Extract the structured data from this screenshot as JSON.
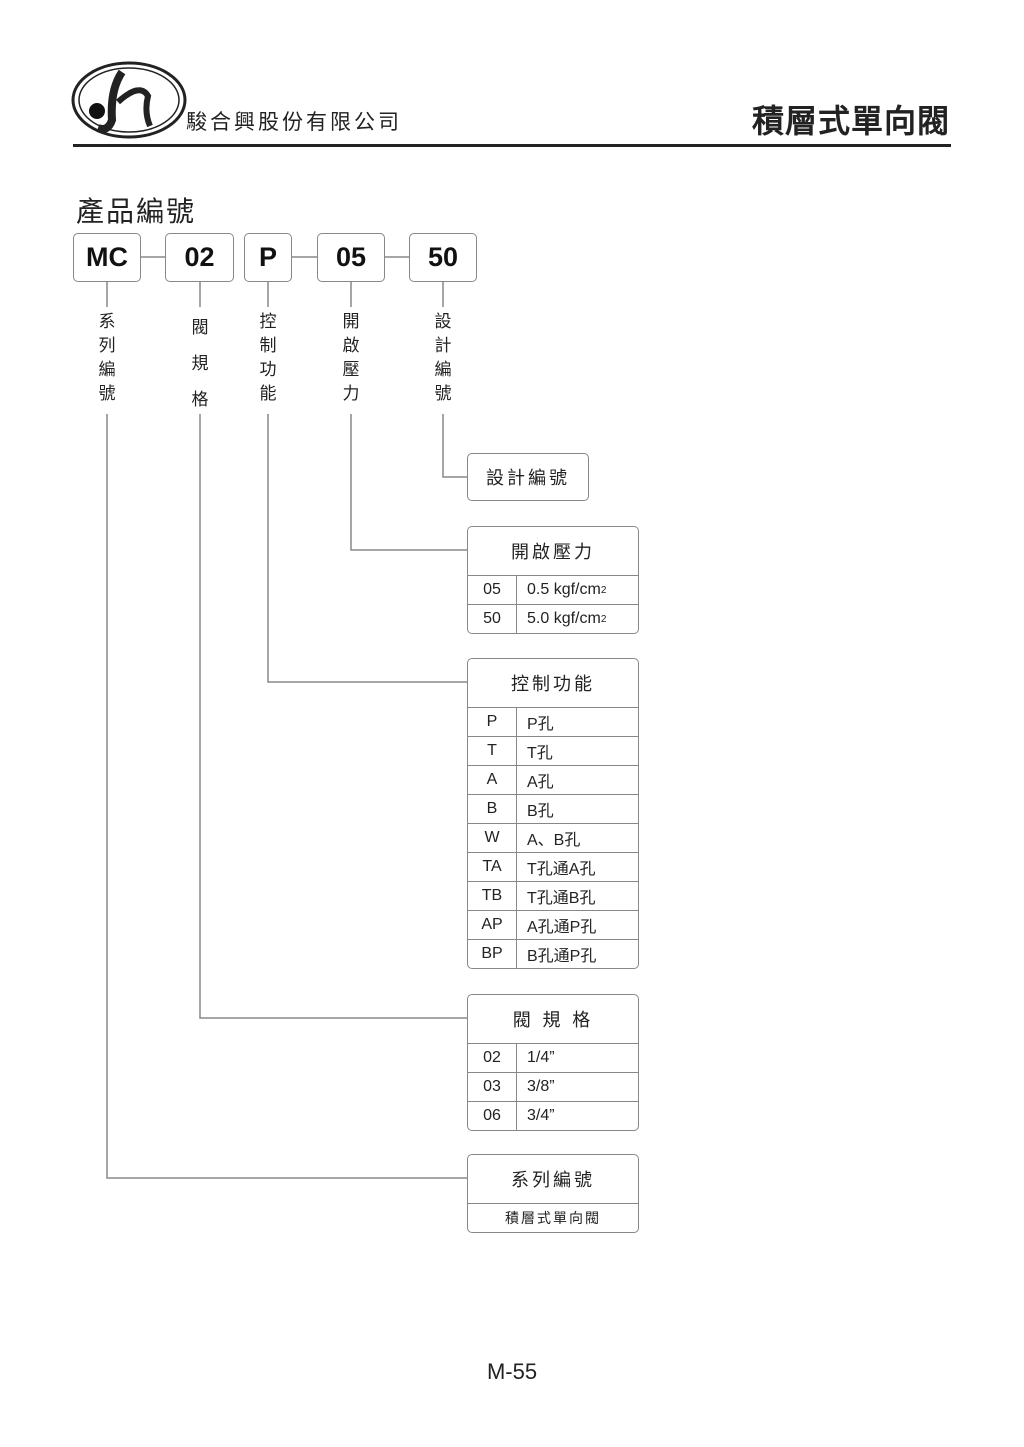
{
  "header": {
    "company": "駿合興股份有限公司",
    "title": "積層式單向閥",
    "logo_letter": "h"
  },
  "section_title": "產品編號",
  "codes": [
    {
      "code": "MC",
      "label": [
        "系",
        "列",
        "編",
        "號"
      ]
    },
    {
      "code": "02",
      "label": [
        "閥",
        "規",
        "格"
      ]
    },
    {
      "code": "P",
      "label": [
        "控",
        "制",
        "功",
        "能"
      ]
    },
    {
      "code": "05",
      "label": [
        "開",
        "啟",
        "壓",
        "力"
      ]
    },
    {
      "code": "50",
      "label": [
        "設",
        "計",
        "編",
        "號"
      ]
    }
  ],
  "design": {
    "title": "設計編號"
  },
  "pressure": {
    "title": "開啟壓力",
    "rows": [
      {
        "code": "05",
        "value": "0.5 kgf/cm",
        "sup": "2"
      },
      {
        "code": "50",
        "value": "5.0 kgf/cm",
        "sup": "2"
      }
    ]
  },
  "control": {
    "title": "控制功能",
    "rows": [
      {
        "code": "P",
        "value": "P孔"
      },
      {
        "code": "T",
        "value": "T孔"
      },
      {
        "code": "A",
        "value": "A孔"
      },
      {
        "code": "B",
        "value": "B孔"
      },
      {
        "code": "W",
        "value": "A、B孔"
      },
      {
        "code": "TA",
        "value": "T孔通A孔"
      },
      {
        "code": "TB",
        "value": "T孔通B孔"
      },
      {
        "code": "AP",
        "value": "A孔通P孔"
      },
      {
        "code": "BP",
        "value": "B孔通P孔"
      }
    ]
  },
  "size": {
    "title": "閥 規 格",
    "rows": [
      {
        "code": "02",
        "value": "1/4”"
      },
      {
        "code": "03",
        "value": "3/8”"
      },
      {
        "code": "06",
        "value": "3/4”"
      }
    ]
  },
  "series": {
    "title": "系列編號",
    "value": "積層式單向閥"
  },
  "page_number": "M-55"
}
